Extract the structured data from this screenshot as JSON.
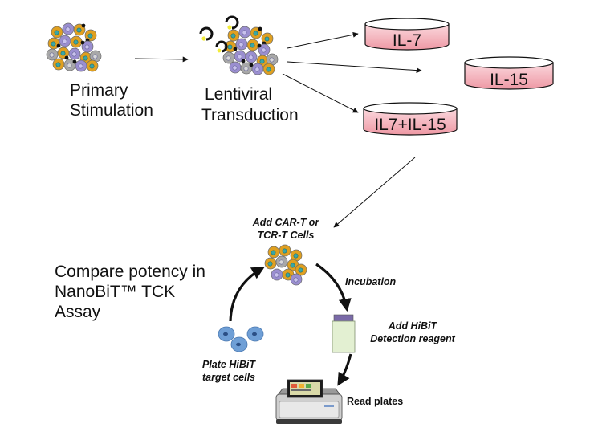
{
  "steps": {
    "primary": [
      "Primary",
      "Stimulation"
    ],
    "lentiviral": [
      "Lentiviral",
      "Transduction"
    ]
  },
  "dishes": {
    "il7": "IL-7",
    "il15": "IL-15",
    "il7il15": "IL7+IL-15"
  },
  "assay": {
    "heading": [
      "Compare potency in",
      "NanoBiT™ TCK",
      "Assay"
    ],
    "add_cells": [
      "Add CAR-T or",
      "TCR-T Cells"
    ],
    "incubation": "Incubation",
    "add_reagent": [
      "Add HiBiT",
      "Detection reagent"
    ],
    "plate_cells": [
      "Plate HiBiT",
      "target cells"
    ],
    "read_plates": "Read plates"
  },
  "colors": {
    "cell_orange": "#e0a020",
    "cell_purple": "#9a8ed0",
    "cell_grey": "#a8a8a8",
    "nucleus_teal": "#3aa6a6",
    "dish_pink": "#f2a3ad",
    "target_blue": "#6f9fd6"
  }
}
